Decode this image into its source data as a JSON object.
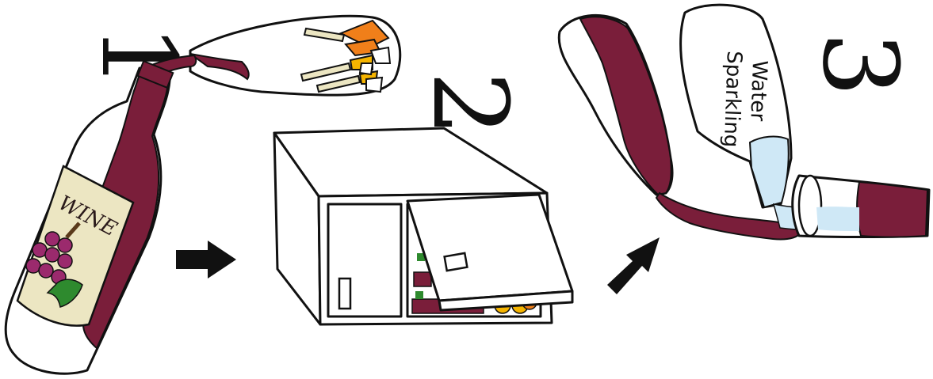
{
  "steps": [
    {
      "number": "1"
    },
    {
      "number": "2"
    },
    {
      "number": "3"
    }
  ],
  "wine_bottle": {
    "label": "WINE"
  },
  "water_bottle": {
    "line1": "Sparkling",
    "line2": "Water"
  },
  "colors": {
    "wine": "#7a1e3a",
    "water": "#cfe8f6",
    "label": "#ece6c2",
    "grapes": "#9b2a6d",
    "leaf": "#2e8a2e",
    "arrow": "#111111",
    "fruit_orange": "#f07f1a",
    "fruit_yellow": "#f5b400"
  },
  "icons": [
    "wine-bottle-icon",
    "container-icon",
    "refrigerator-icon",
    "water-bottle-icon",
    "glass-icon",
    "arrow-icon"
  ]
}
